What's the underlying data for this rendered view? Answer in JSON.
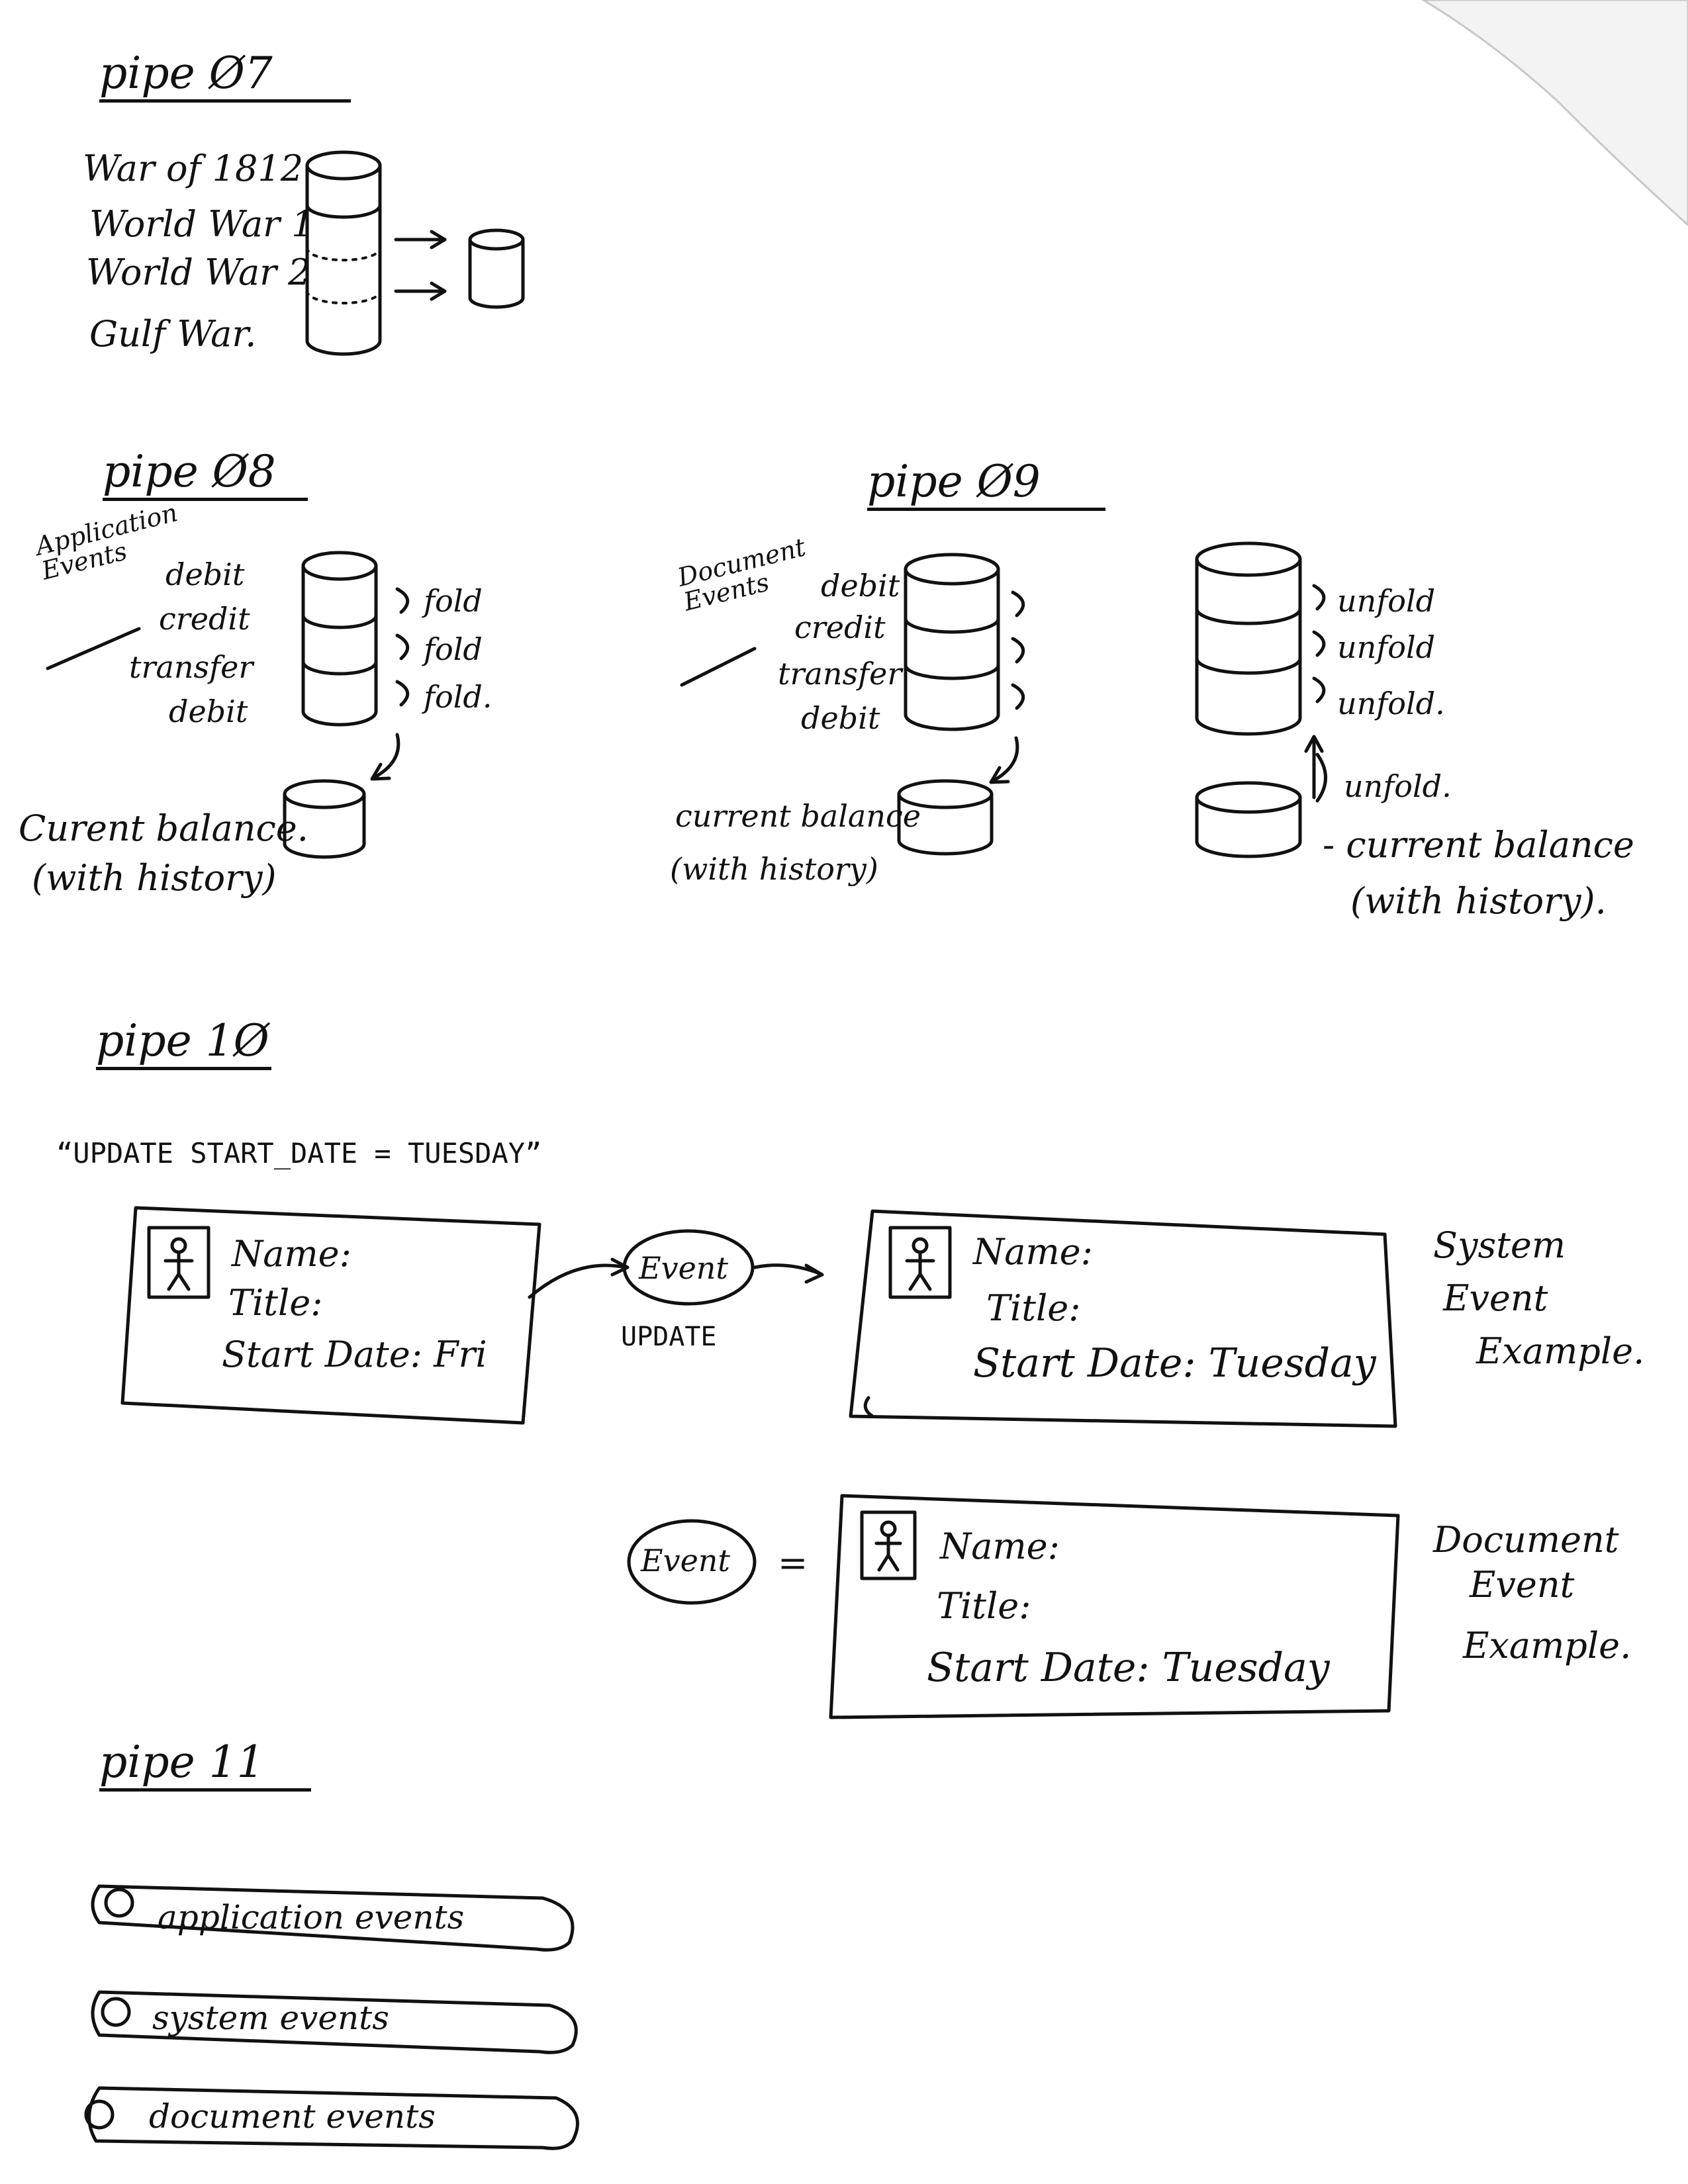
{
  "pipe07": {
    "title": "pipe Ø7",
    "rows": [
      "War of 1812",
      "World War 1",
      "World War 2",
      "Gulf War."
    ]
  },
  "pipe08": {
    "title": "pipe Ø8",
    "group_label": "Application Events",
    "events": [
      "debit",
      "credit",
      "transfer",
      "debit"
    ],
    "folds": [
      "fold",
      "fold",
      "fold."
    ],
    "result_line1": "Curent balance.",
    "result_line2": "(with history)"
  },
  "pipe09": {
    "title": "pipe Ø9",
    "group_label": "Document Events",
    "events": [
      "debit",
      "credit",
      "transfer",
      "debit"
    ],
    "result_line1": "current balance",
    "result_line2": "(with history)",
    "unfolds": [
      "unfold",
      "unfold",
      "unfold.",
      "unfold."
    ],
    "right_result_line1": "- current balance",
    "right_result_line2": "(with history)."
  },
  "pipe10": {
    "title": "pipe 1Ø",
    "command": "“UPDATE START_DATE = TUESDAY”",
    "card_name": "Name:",
    "card_title": "Title:",
    "card_start_before": "Start Date: Fri",
    "card_start_after": "Start Date: Tuesday",
    "event_label": "Event",
    "update_label": "UPDATE",
    "equals": "=",
    "system_caption": [
      "System",
      "Event",
      "Example."
    ],
    "document_caption": [
      "Document",
      "Event",
      "Example."
    ]
  },
  "pipe11": {
    "title": "pipe 11",
    "options": [
      "application events",
      "system events",
      "document events"
    ]
  }
}
